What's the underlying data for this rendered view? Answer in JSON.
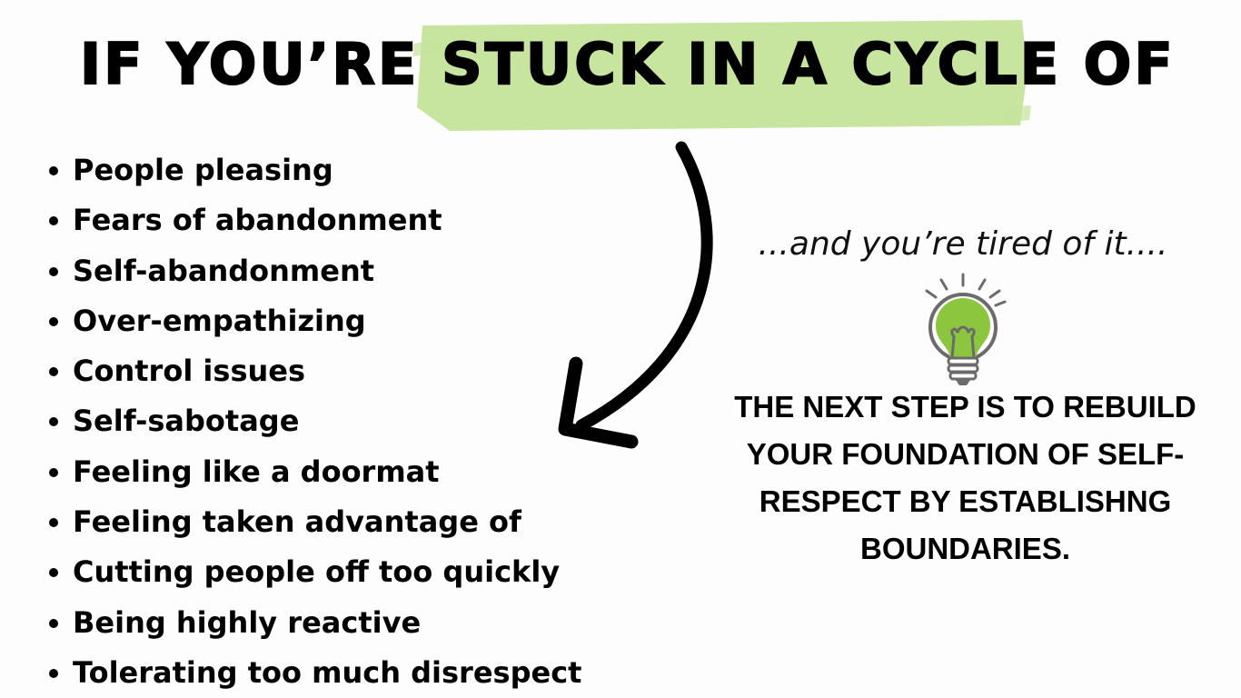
{
  "title": "IF YOU’RE STUCK IN A CYCLE OF",
  "cycle_items": [
    "People pleasing",
    "Fears of abandonment",
    "Self-abandonment",
    "Over-empathizing",
    "Control issues",
    "Self-sabotage",
    "Feeling like a doormat",
    "Feeling taken advantage of",
    "Cutting people off too quickly",
    "Being highly reactive",
    "Tolerating too much disrespect"
  ],
  "tired_text": "...and you’re tired of it....",
  "next_step_lines": [
    "THE NEXT STEP IS TO REBUILD",
    "YOUR FOUNDATION OF SELF-",
    "RESPECT BY ESTABLISHNG",
    "BOUNDARIES."
  ],
  "icons": {
    "arrow": "curved-arrow-icon",
    "bulb": "lightbulb-icon"
  },
  "colors": {
    "highlight": "#c5e49a",
    "bulb_fill": "#8cc63f",
    "bulb_outline": "#6b6b6b",
    "text": "#000000"
  }
}
